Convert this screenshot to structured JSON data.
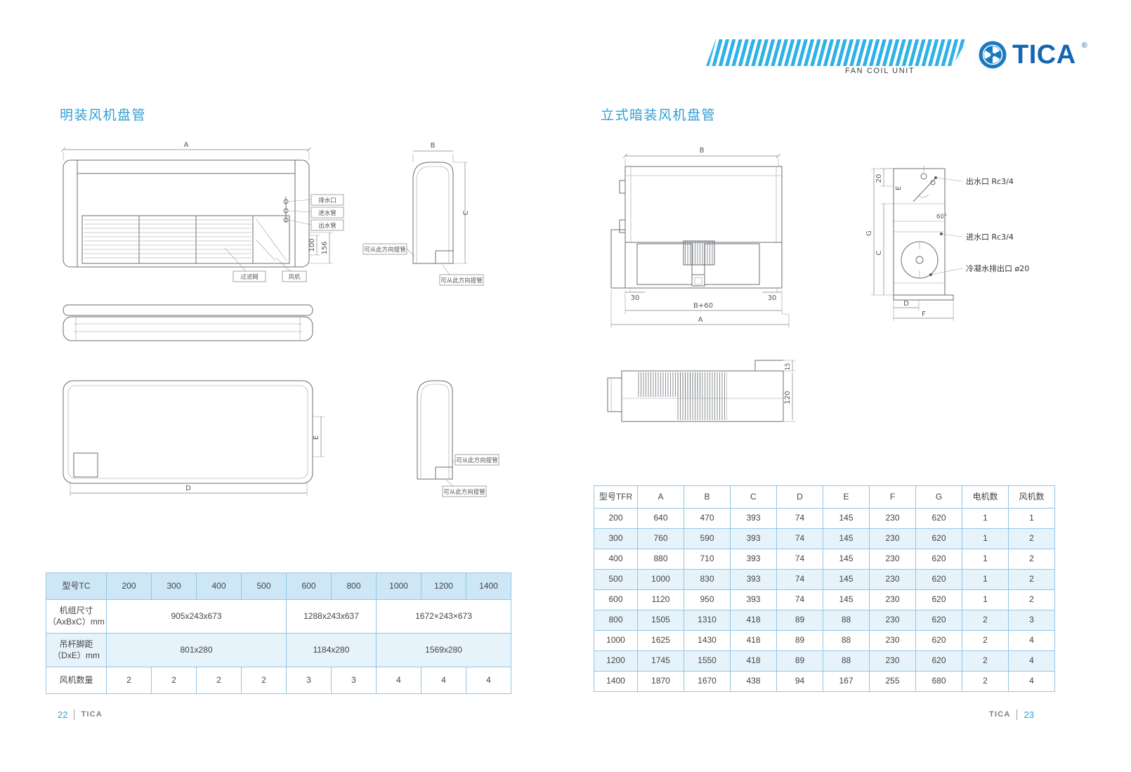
{
  "header": {
    "band_text": "FAN COIL UNIT",
    "logo_text": "TICA",
    "logo_reg": "®"
  },
  "left_page": {
    "title": "明装风机盘管",
    "footer": {
      "page_number": "22",
      "brand": "TICA"
    },
    "drawings": {
      "dim_a": "A",
      "dim_b": "B",
      "dim_c": "C",
      "dim_d": "D",
      "dim_e": "E",
      "dim_100": "100",
      "dim_156": "156",
      "label_drain_outlet": "排水口",
      "label_water_inlet": "进水管",
      "label_water_outlet": "出水管",
      "label_filter": "过滤网",
      "label_fan": "风机",
      "pipe_note": "可从此方向接管"
    },
    "table": {
      "header": [
        "型号TC",
        "200",
        "300",
        "400",
        "500",
        "600",
        "800",
        "1000",
        "1200",
        "1400"
      ],
      "row_unit_size": {
        "label_line1": "机组尺寸",
        "label_line2": "（AxBxC）mm",
        "values": [
          "905x243x673",
          "1288x243x637",
          "1672×243×673"
        ]
      },
      "row_hanger_pitch": {
        "label_line1": "吊杆脚距",
        "label_line2": "（DxE）mm",
        "values": [
          "801x280",
          "1184x280",
          "1569x280"
        ]
      },
      "row_fan_count": {
        "label": "风机数量",
        "values": [
          "2",
          "2",
          "2",
          "2",
          "3",
          "3",
          "4",
          "4",
          "4"
        ]
      }
    }
  },
  "right_page": {
    "title": "立式暗装风机盘管",
    "footer": {
      "brand": "TICA",
      "page_number": "23"
    },
    "drawings": {
      "dim_b": "B",
      "dim_30_left": "30",
      "dim_30_right": "30",
      "dim_b_plus_60": "B+60",
      "dim_a": "A",
      "dim_20": "20",
      "dim_e": "E",
      "dim_g": "G",
      "dim_c": "C",
      "dim_d": "D",
      "dim_f": "F",
      "angle_60": "60°",
      "label_outlet": "出水口 Rc3/4",
      "label_inlet": "进水口 Rc3/4",
      "label_condensate": "冷凝水排出口 ø20",
      "dim_120": "120",
      "dim_15": "15"
    },
    "table": {
      "headers": [
        "型号TFR",
        "A",
        "B",
        "C",
        "D",
        "E",
        "F",
        "G",
        "电机数",
        "风机数"
      ],
      "rows": [
        [
          "200",
          "640",
          "470",
          "393",
          "74",
          "145",
          "230",
          "620",
          "1",
          "1"
        ],
        [
          "300",
          "760",
          "590",
          "393",
          "74",
          "145",
          "230",
          "620",
          "1",
          "2"
        ],
        [
          "400",
          "880",
          "710",
          "393",
          "74",
          "145",
          "230",
          "620",
          "1",
          "2"
        ],
        [
          "500",
          "1000",
          "830",
          "393",
          "74",
          "145",
          "230",
          "620",
          "1",
          "2"
        ],
        [
          "600",
          "1120",
          "950",
          "393",
          "74",
          "145",
          "230",
          "620",
          "1",
          "2"
        ],
        [
          "800",
          "1505",
          "1310",
          "418",
          "89",
          "88",
          "230",
          "620",
          "2",
          "3"
        ],
        [
          "1000",
          "1625",
          "1430",
          "418",
          "89",
          "88",
          "230",
          "620",
          "2",
          "4"
        ],
        [
          "1200",
          "1745",
          "1550",
          "418",
          "89",
          "88",
          "230",
          "620",
          "2",
          "4"
        ],
        [
          "1400",
          "1870",
          "1670",
          "438",
          "94",
          "167",
          "255",
          "680",
          "2",
          "4"
        ]
      ]
    }
  }
}
